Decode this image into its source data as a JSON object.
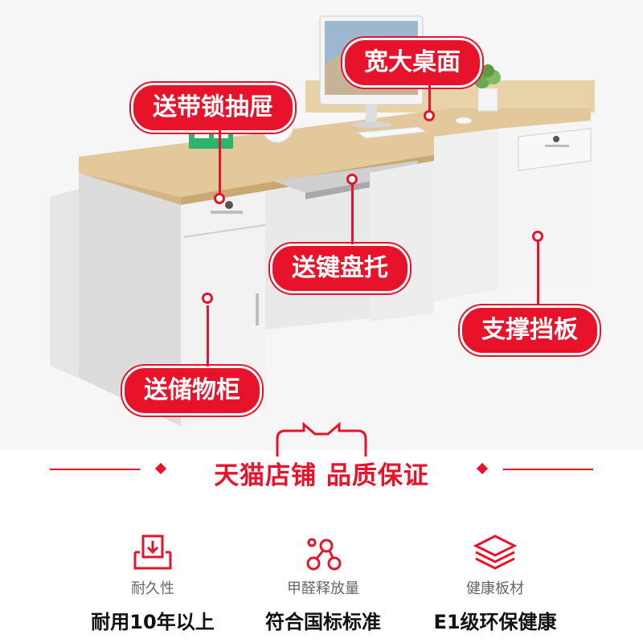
{
  "callouts": {
    "desktop": "宽大桌面",
    "lock_drawer": "送带锁抽屉",
    "keyboard_tray": "送键盘托",
    "support_panel": "支撑挡板",
    "storage_cabinet": "送储物柜"
  },
  "banner": {
    "title": "天猫店铺 品质保证"
  },
  "features": [
    {
      "icon": "download-tray-icon",
      "sub": "耐久性",
      "main": "耐用10年以上"
    },
    {
      "icon": "molecule-icon",
      "sub": "甲醛释放量",
      "main": "符合国标标准"
    },
    {
      "icon": "layers-icon",
      "sub": "健康板材",
      "main": "E1级环保健康"
    }
  ],
  "colors": {
    "accent": "#e8132b",
    "desk_top": "#e3c89b",
    "cabinet": "#f1f1f1"
  }
}
